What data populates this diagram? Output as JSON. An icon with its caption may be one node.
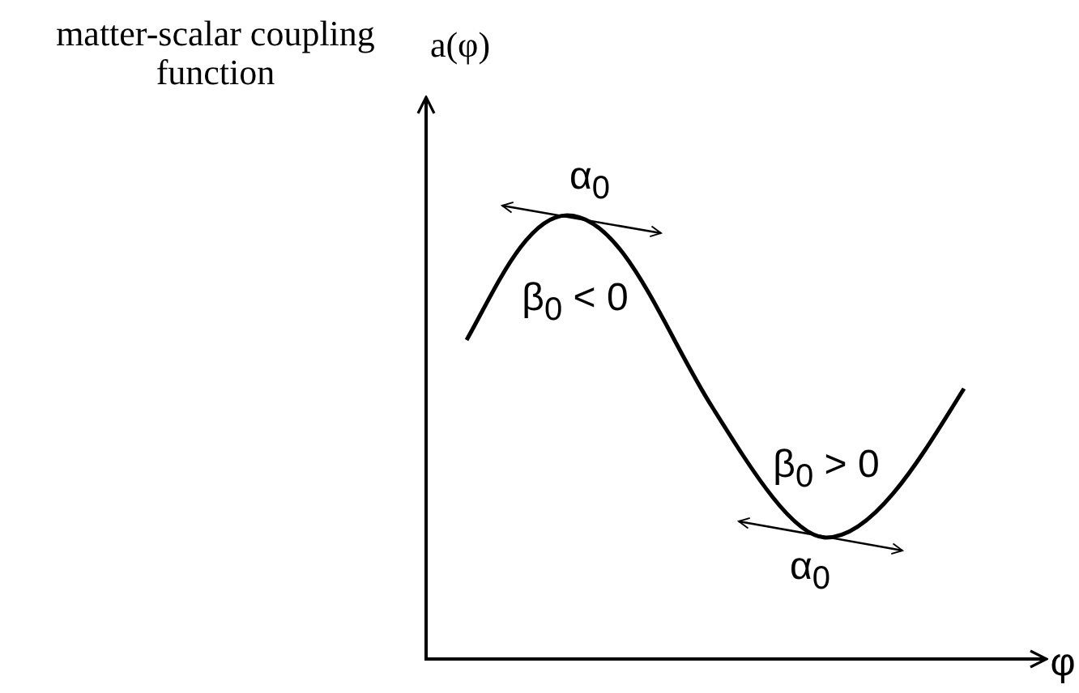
{
  "diagram": {
    "labels": [
      "matter-scalar coupling function",
      "a(φ)",
      "α$_{0}$",
      "β$_{0}$ < 0",
      "β$_{0}$ > 0",
      "α$_{0}$",
      "φ"
    ]
  }
}
